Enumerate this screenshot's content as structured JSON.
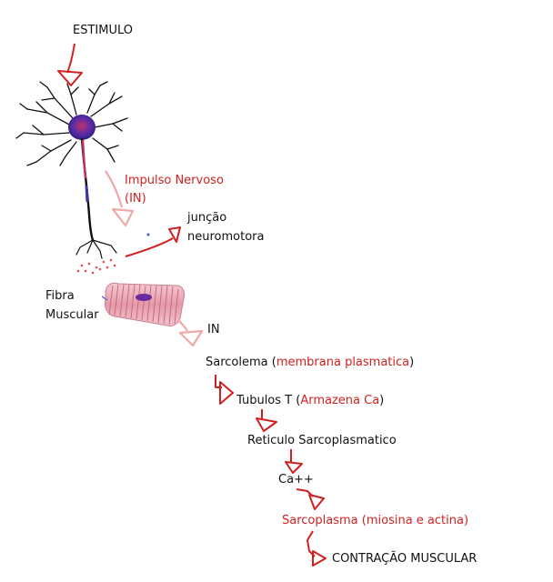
{
  "stimulus": "ESTIMULO",
  "nerve_impulse": {
    "line1": "Impulso Nervoso",
    "line2": "(IN)"
  },
  "junction": {
    "line1": "junção",
    "line2": "neuromotora"
  },
  "muscle_fiber": {
    "line1": "Fibra",
    "line2": "Muscular"
  },
  "in_label": "IN",
  "sarcolemma": {
    "name": "Sarcolema",
    "note": "membrana plasmatica"
  },
  "t_tubules": {
    "name": "Tubulos T",
    "note": "Armazena Ca"
  },
  "reticulum": {
    "name": "Reticulo Sarcoplasmatico"
  },
  "calcium": {
    "name": "Ca++"
  },
  "sarcoplasm": {
    "name": "Sarcoplasma",
    "note": "miosina e actina"
  },
  "contraction": {
    "name": "CONTRAÇÃO MUSCULAR"
  },
  "colors": {
    "text": "#111111",
    "accent_red": "#d21f1f",
    "faded_arrow": "#f0a8a8",
    "neuron_body": "#4a2a9a",
    "neuron_axon": "#c03060",
    "muscle_fiber": "#e8a9b5"
  }
}
